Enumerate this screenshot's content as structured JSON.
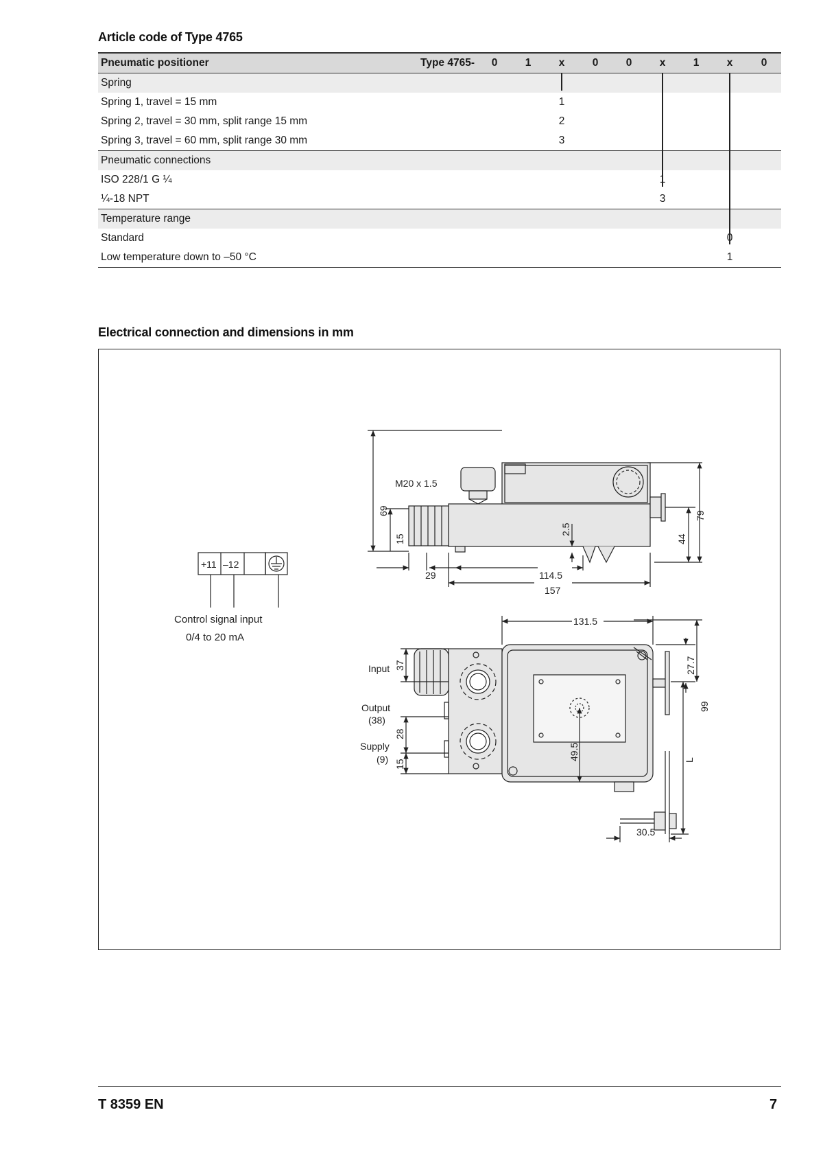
{
  "article_code": {
    "title": "Article code of Type 4765",
    "header": {
      "label": "Pneumatic positioner",
      "type_prefix": "Type 4765-",
      "digits": [
        "0",
        "1",
        "x",
        "0",
        "0",
        "x",
        "1",
        "x",
        "0"
      ]
    },
    "groups": [
      {
        "name": "Spring",
        "options": [
          {
            "text": "Spring 1, travel = 15 mm",
            "code": "1"
          },
          {
            "text": "Spring 2, travel = 30 mm, split range 15 mm",
            "code": "2"
          },
          {
            "text": "Spring 3, travel = 60 mm, split range 30 mm",
            "code": "3"
          }
        ]
      },
      {
        "name": "Pneumatic connections",
        "options": [
          {
            "text": "ISO 228/1 G ¼",
            "code": "1"
          },
          {
            "text": "¼-18 NPT",
            "code": "3"
          }
        ]
      },
      {
        "name": "Temperature range",
        "options": [
          {
            "text": "Standard",
            "code": "0"
          },
          {
            "text": "Low temperature down to –50 °C",
            "code": "1"
          }
        ]
      }
    ]
  },
  "drawing": {
    "title": "Electrical connection and dimensions in mm",
    "terminals": {
      "t1": "+11",
      "t2": "–12"
    },
    "signal_label_1": "Control signal input",
    "signal_label_2": "0/4 to 20 mA",
    "thread_label": "M20 x 1.5",
    "side_view_dims": {
      "d69": "69",
      "d15": "15",
      "d29": "29",
      "d114_5": "114.5",
      "d157": "157",
      "d2_5": "2.5",
      "d44": "44",
      "d79": "79"
    },
    "front_view_dims": {
      "d131_5": "131.5",
      "d27_7": "27.7",
      "d99": "99",
      "dL": "L",
      "d37": "37",
      "d28": "28",
      "d15": "15",
      "d49_5": "49.5",
      "d30_5": "30.5"
    },
    "port_labels": {
      "input": "Input",
      "output": "Output",
      "output_no": "(38)",
      "supply": "Supply",
      "supply_no": "(9)"
    }
  },
  "footer": {
    "doc_id": "T 8359 EN",
    "page_number": "7"
  }
}
